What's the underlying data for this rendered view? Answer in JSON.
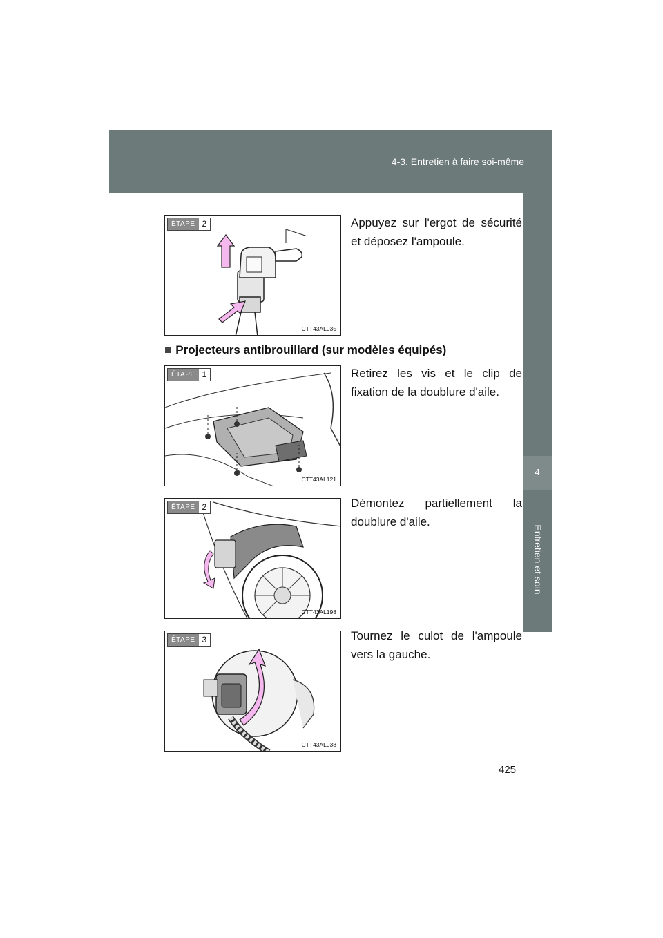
{
  "header": {
    "section_title": "4-3. Entretien à faire soi-même"
  },
  "side_tab": {
    "chapter_number": "4",
    "chapter_label": "Entretien et soin"
  },
  "section_heading": {
    "bullet": "■",
    "text": "Projecteurs antibrouillard (sur modèles équipés)"
  },
  "figures": [
    {
      "step_label": "ÉTAPE",
      "step_number": "2",
      "code": "CTT43AL035",
      "icon": "bulb-removal-illustration",
      "text": "Appuyez sur l'ergot de sécurité et déposez l'ampoule."
    },
    {
      "step_label": "ÉTAPE",
      "step_number": "1",
      "code": "CTT43AL121",
      "icon": "fender-liner-screws-illustration",
      "text": "Retirez les vis et le clip de fixation de la doublure d'aile."
    },
    {
      "step_label": "ÉTAPE",
      "step_number": "2",
      "code": "CTT43AL198",
      "icon": "fender-liner-removal-illustration",
      "text": "Démontez partiellement la doublure d'aile."
    },
    {
      "step_label": "ÉTAPE",
      "step_number": "3",
      "code": "CTT43AL038",
      "icon": "bulb-twist-illustration",
      "text": "Tournez le culot de l'ampoule vers la gauche."
    }
  ],
  "page_number": "425",
  "colors": {
    "header_bg": "#6d7a7a",
    "arrow_pink": "#f4b8ee"
  }
}
